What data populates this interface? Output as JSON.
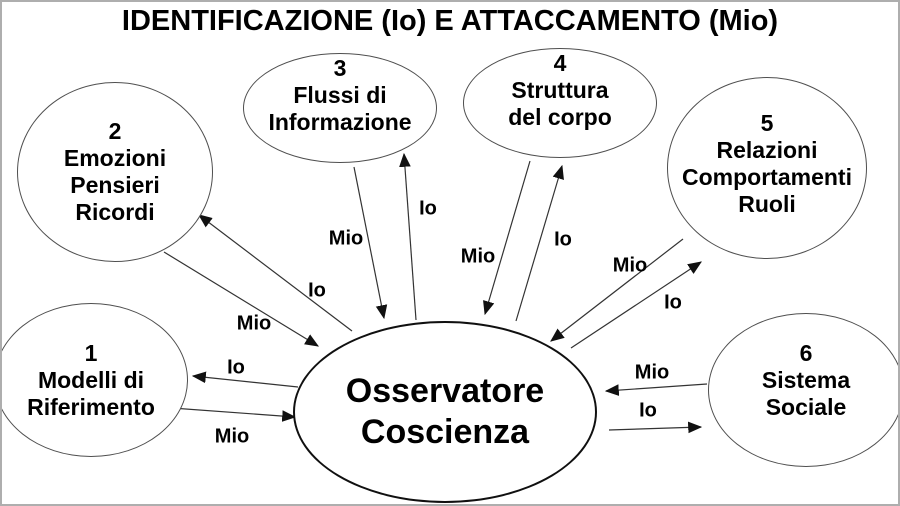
{
  "title": "IDENTIFICAZIONE (Io) E ATTACCAMENTO (Mio)",
  "center_node": {
    "lines": [
      "Osservatore",
      "Coscienza"
    ]
  },
  "nodes": [
    {
      "number": "1",
      "lines": [
        "Modelli di",
        "Riferimento"
      ]
    },
    {
      "number": "2",
      "lines": [
        "Emozioni",
        "Pensieri",
        "Ricordi"
      ]
    },
    {
      "number": "3",
      "lines": [
        "Flussi di",
        "Informazione"
      ]
    },
    {
      "number": "4",
      "lines": [
        "Struttura",
        "del corpo"
      ]
    },
    {
      "number": "5",
      "lines": [
        "Relazioni",
        "Comportamenti",
        "Ruoli"
      ]
    },
    {
      "number": "6",
      "lines": [
        "Sistema",
        "Sociale"
      ]
    }
  ],
  "edges": [
    {
      "node": "1",
      "center_to_node": "Io",
      "node_to_center": "Mio"
    },
    {
      "node": "2",
      "center_to_node": "Io",
      "node_to_center": "Mio"
    },
    {
      "node": "3",
      "center_to_node": "Io",
      "node_to_center": "Mio"
    },
    {
      "node": "4",
      "center_to_node": "Io",
      "node_to_center": "Mio"
    },
    {
      "node": "5",
      "center_to_node": "Io",
      "node_to_center": "Mio"
    },
    {
      "node": "6",
      "center_to_node": "Io",
      "node_to_center": "Mio"
    }
  ],
  "colors": {
    "background": "#ffffff",
    "text": "#000000",
    "line": "#333333",
    "arrowhead": "#111111",
    "frame_border": "#aeaeae"
  }
}
